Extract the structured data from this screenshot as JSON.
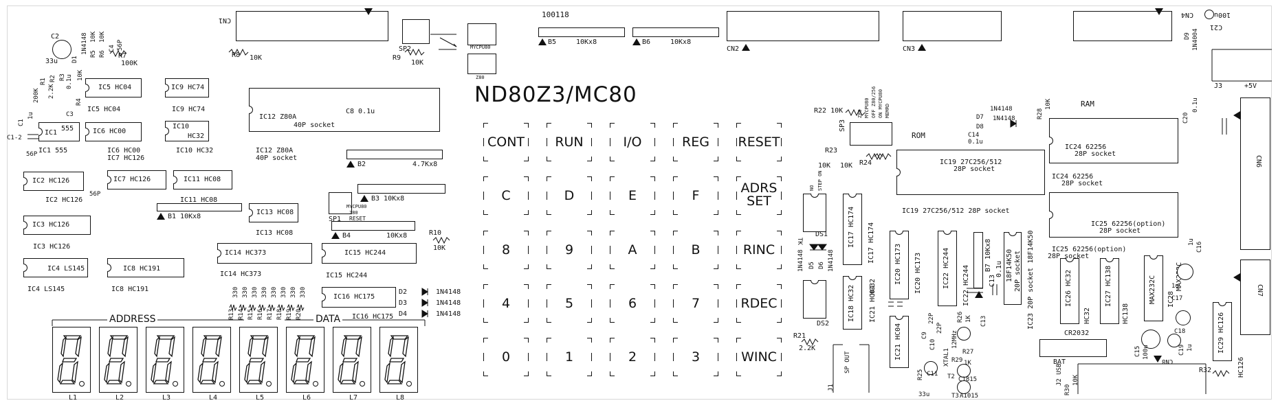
{
  "board": {
    "title": "ND80Z3/MC80",
    "serial": "100118"
  },
  "keypad": {
    "rows": [
      [
        "CONT",
        "RUN",
        "I/O",
        "REG",
        "RESET"
      ],
      [
        "C",
        "D",
        "E",
        "F",
        "ADRS SET"
      ],
      [
        "8",
        "9",
        "A",
        "B",
        "RINC"
      ],
      [
        "4",
        "5",
        "6",
        "7",
        "RDEC"
      ],
      [
        "0",
        "1",
        "2",
        "3",
        "WINC"
      ]
    ]
  },
  "display": {
    "address_label": "ADDRESS",
    "data_label": "DATA",
    "digits": [
      "L1",
      "L2",
      "L3",
      "L4",
      "L5",
      "L6",
      "L7",
      "L8"
    ]
  },
  "chips": {
    "ic1": "IC1 555",
    "ic1_body": "IC1",
    "ic1_val": "555",
    "ic2": "IC2 HC126",
    "ic3": "IC3 HC126",
    "ic4": "IC4 LS145",
    "ic5": "IC5 HC04",
    "ic6": "IC6 HC00",
    "ic7": "IC7 HC126",
    "ic8": "IC8 HC191",
    "ic9": "IC9 HC74",
    "ic10": "IC10 HC32",
    "ic10_body": "IC10",
    "ic10_val": "HC32",
    "ic11": "IC11 HC08",
    "ic12": "IC12 Z80A",
    "ic12_socket": "40P socket",
    "ic13": "IC13 HC08",
    "ic14": "IC14 HC373",
    "ic15": "IC15 HC244",
    "ic16": "IC16 HC175",
    "ic17": "IC17 HC174",
    "ic18": "IC18 HC32",
    "ic19": "IC19 27C256/512",
    "ic19_socket": "28P socket",
    "ic19_sub": "IC19 27C256/512 28P socket",
    "ic20": "IC20 HC173",
    "ic21": "IC21 HC04",
    "ic22": "IC22 HC244",
    "ic23": "IC23 20P socket 18F14K50",
    "ic23_body": "18F14K50",
    "ic23_socket": "20P socket",
    "ic24": "IC24 62256",
    "ic24_socket": "28P socket",
    "ic25": "IC25 62256(option)",
    "ic25_socket": "28P socket",
    "ic26": "IC26 HC32",
    "ic27": "IC27 HC138",
    "ic28": "MAX232C",
    "ic28_label": "IC28",
    "ic29": "IC29 HC126"
  },
  "parts": {
    "cn1": "CN1",
    "cn2": "CN2",
    "cn3": "CN3",
    "cn4": "CN4",
    "cn6": "CN6",
    "cn7": "CN7",
    "cn8": "CN8",
    "b1": "B1  10Kx8",
    "b2": "B2",
    "b2_val": "4.7Kx8",
    "b3": "B3  10Kx8",
    "b4": "B4",
    "b4_val": "10Kx8",
    "b5": "B5",
    "b5_val": "10Kx8",
    "b6": "B6",
    "b6_val": "10Kx8",
    "b7": "B7 10Kx8",
    "r8": "R8",
    "r8_val": "10K",
    "r9": "R9",
    "r9_val": "10K",
    "r10": "R10",
    "r10_val": "10K",
    "r21": "R21",
    "r21_val": "2.2K",
    "r22": "R22 10K",
    "r23": "R23",
    "r23_val": "10K",
    "r24": "R24",
    "r24_val": "10K",
    "r28": "R28",
    "r28_val": "10K",
    "r30": "R30",
    "r30_val": "10K",
    "r32": "R32",
    "r7": "R7",
    "r7_val": "100K",
    "sp1": "SP1",
    "sp1_reset": "RESET",
    "sp2": "SP2",
    "sp3": "SP3",
    "ds1": "DS1",
    "ds2": "DS2",
    "ram": "RAM",
    "rom": "ROM",
    "bat": "BAT",
    "cr2032": "CR2032",
    "c21": "C21",
    "c21_val": "100u",
    "c2": "C2",
    "c2_val": "33u",
    "c8": "C8  0.1u",
    "c20": "C20",
    "c20_val": "0.1u",
    "c14": "C14",
    "c14_val": "0.1u",
    "c1": "C1",
    "c1_val": "1u",
    "c1_2": "C1-2",
    "c1_2_val": "56P",
    "c13": "C13",
    "c13_val": "0.1u",
    "c16": "C16",
    "c16_val": "1u",
    "c15": "C15",
    "c15_val": "100u",
    "c17": "C17",
    "c17_val": "1u",
    "c18": "C18",
    "c19": "C19",
    "c19_val": "1u",
    "c11": "C11",
    "c11_val": "33u",
    "c5": "56P",
    "d1": "D1",
    "d7": "D7",
    "d7_val": "1N4148",
    "d8": "D8",
    "d8_val": "1N4148",
    "d9": "D9",
    "d9_val": "1N4004",
    "d2": "D2",
    "d3": "D3",
    "d4": "D4",
    "d_val": "1N4148",
    "d5": "D5",
    "d6": "D6",
    "d56_val": "1N4148",
    "xtal": "XTAL1",
    "xtal_val": "12MHz",
    "t2": "T2",
    "t3": "T3",
    "t2_val": "C1815",
    "t3_val": "A1015",
    "j1": "J1",
    "j1_label": "SP OUT",
    "j2": "J2 USB",
    "j3": "J3",
    "j3_val": "+5V",
    "r13_20": [
      "R13",
      "R14",
      "R15",
      "R16",
      "R17",
      "R18",
      "R19",
      "R20"
    ],
    "r_330": "330",
    "mycpu80": "MYCPU80",
    "z80": "Z80",
    "ic7_56p": "56P",
    "ic21_val": "HC04",
    "ic26_val": "HC32",
    "ic27_val": "HC138",
    "ic20_val": "HC173",
    "ic22_val": "HC244",
    "ic17_val": "HC174",
    "ic18_val": "HC32",
    "ic29_val": "HC126",
    "r25": "R25",
    "r27": "R27",
    "r26": "R26",
    "r26_val": "1K",
    "r29": "R29",
    "r29_val": "1K",
    "c10": "C10",
    "c10_val": "22P",
    "c9": "C9",
    "c9_val": "22P",
    "sw_opts": [
      "Z80",
      "MYCPU80",
      "OFF Z80/256",
      "ON MYCPU80",
      "MEMRD"
    ],
    "ds1_opts": [
      "NO",
      "STEP ON"
    ],
    "tk": "TK",
    "r1": "R1",
    "r1_val": "200K",
    "r2": "R2",
    "r2_val": "2.2K",
    "r3": "R3",
    "r3_val": "0.1u",
    "r4": "R4",
    "r4_val": "10K",
    "r5": "R5",
    "r5_val": "10K",
    "r6": "R6",
    "r6_val": "10K",
    "c3": "C3",
    "c4": "C4",
    "c4_val": "56P",
    "d1_val": "1N4148"
  }
}
